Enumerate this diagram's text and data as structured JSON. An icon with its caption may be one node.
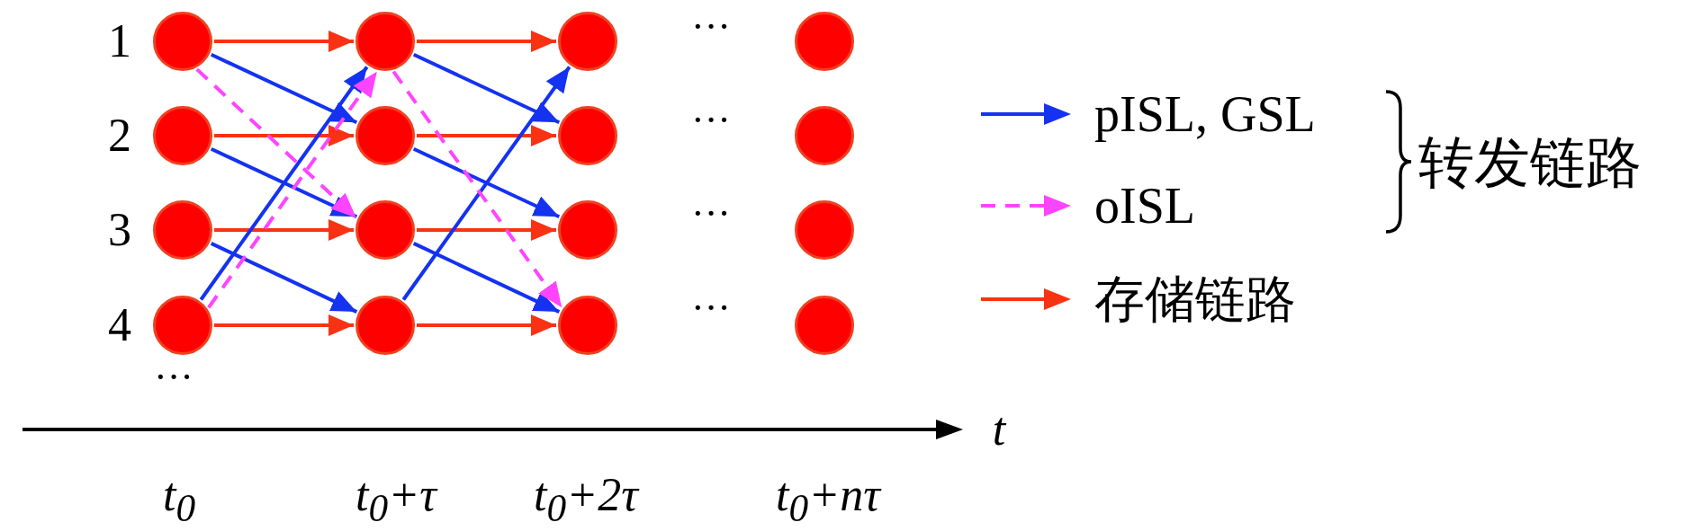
{
  "diagram": {
    "nodes": [
      {
        "text": [],
        "shape": "circle"
      },
      {
        "text": [],
        "shape": "circle"
      },
      {
        "text": [],
        "shape": "circle"
      },
      {
        "text": [],
        "shape": "circle"
      },
      {
        "text": [],
        "shape": "circle"
      },
      {
        "text": [],
        "shape": "circle"
      },
      {
        "text": [],
        "shape": "circle"
      },
      {
        "text": [],
        "shape": "circle"
      },
      {
        "text": [],
        "shape": "circle"
      },
      {
        "text": [],
        "shape": "circle"
      },
      {
        "text": [],
        "shape": "circle"
      },
      {
        "text": [],
        "shape": "circle"
      },
      {
        "text": [],
        "shape": "circle"
      },
      {
        "text": [],
        "shape": "circle"
      },
      {
        "text": [],
        "shape": "circle"
      },
      {
        "text": [],
        "shape": "circle"
      }
    ],
    "edges": [
      {
        "from": 0,
        "to": 1,
        "arrow": "to",
        "color": "#fa3214"
      },
      {
        "from": 1,
        "to": 2,
        "arrow": "to",
        "color": "#fa3214"
      },
      {
        "from": 4,
        "to": 5,
        "arrow": "to",
        "color": "#fa3214"
      },
      {
        "from": 5,
        "to": 6,
        "arrow": "to",
        "color": "#fa3214"
      },
      {
        "from": 8,
        "to": 9,
        "arrow": "to",
        "color": "#fa3214"
      },
      {
        "from": 9,
        "to": 10,
        "arrow": "to",
        "color": "#fa3214"
      },
      {
        "from": 12,
        "to": 13,
        "arrow": "to",
        "color": "#fa3214"
      },
      {
        "from": 13,
        "to": 14,
        "arrow": "to",
        "color": "#fa3214"
      },
      {
        "from": 0,
        "to": 5,
        "arrow": "to",
        "color": "#1432f0"
      },
      {
        "from": 4,
        "to": 9,
        "arrow": "to",
        "color": "#1432f0"
      },
      {
        "from": 8,
        "to": 13,
        "arrow": "to",
        "color": "#1432f0"
      },
      {
        "from": 12,
        "to": 1,
        "arrow": "to",
        "color": "#1432f0"
      },
      {
        "from": 1,
        "to": 6,
        "arrow": "to",
        "color": "#1432f0"
      },
      {
        "from": 5,
        "to": 10,
        "arrow": "to",
        "color": "#1432f0"
      },
      {
        "from": 9,
        "to": 14,
        "arrow": "to",
        "color": "#1432f0"
      },
      {
        "from": 13,
        "to": 2,
        "arrow": "to",
        "color": "#1432f0"
      },
      {
        "from": 0,
        "to": 9,
        "arrow": "to",
        "style": "dashed",
        "color": "#ff44ff"
      },
      {
        "from": 12,
        "to": 1,
        "arrow": "to",
        "style": "dashed",
        "color": "#ff44ff"
      },
      {
        "from": 1,
        "to": 14,
        "arrow": "to",
        "style": "dashed",
        "color": "#ff44ff"
      }
    ],
    "labels": [
      "1",
      "···",
      "2",
      "···",
      "转发链路",
      "3",
      "···",
      "4",
      "···",
      "···",
      "t",
      "t$_{0}$",
      "t$_{0}$+τ",
      "t$_{0}$+2τ",
      "t$_{0}$+nτ"
    ],
    "legend": [
      {
        "text": "pISL, GSL"
      },
      {
        "text": "oISL"
      },
      {
        "text": "存储链路"
      }
    ]
  }
}
